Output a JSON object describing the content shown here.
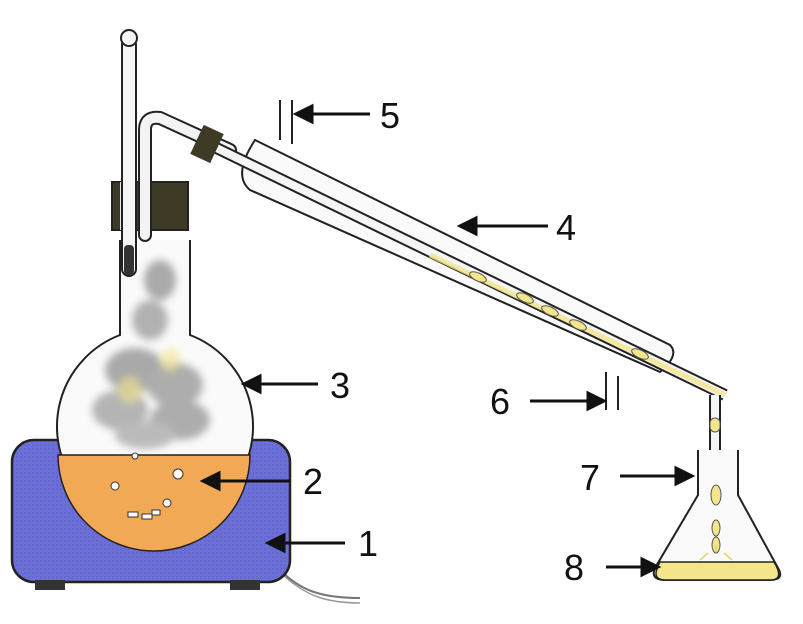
{
  "colors": {
    "heater": "#6b6fd6",
    "heater_dark": "#3a3e8f",
    "liquid": "#f2a955",
    "distillate": "#f3e58a",
    "glass": "#f7f7f7",
    "outline": "#222222",
    "stopper": "#3d3a25",
    "vapor": "#a9a9a9"
  },
  "labels": {
    "l1": "1",
    "l2": "2",
    "l3": "3",
    "l4": "4",
    "l5": "5",
    "l6": "6",
    "l7": "7",
    "l8": "8"
  }
}
